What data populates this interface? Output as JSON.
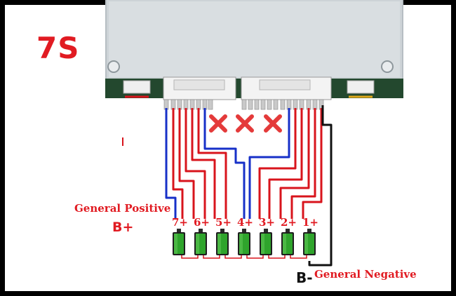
{
  "title": "7S",
  "labels": {
    "general_positive": "General Positive",
    "b_plus": "B+",
    "b_minus": "B-",
    "general_negative": "General Negative"
  },
  "cells": [
    {
      "label": "7+"
    },
    {
      "label": "6+"
    },
    {
      "label": "5+"
    },
    {
      "label": "4+"
    },
    {
      "label": "3+"
    },
    {
      "label": "2+"
    },
    {
      "label": "1+"
    }
  ],
  "unused_wire_marks": 3,
  "colors": {
    "red_wire": "#d8141c",
    "blue_wire": "#1730c8",
    "black_wire": "#111111",
    "cross": "#e43a3a",
    "label_red": "#e11b22",
    "board": "#c9cfd3",
    "battery_green": "#2fa42c"
  }
}
